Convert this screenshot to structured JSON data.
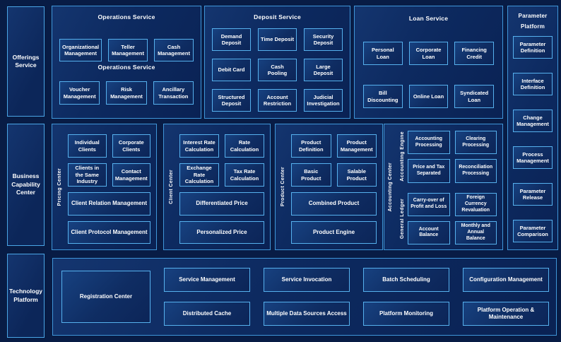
{
  "colors": {
    "background": "#081c45",
    "panel_fill": "#0d2a60",
    "panel_border": "#3f96d9",
    "box_fill": "#123572",
    "box_border": "#56b1ee",
    "text": "#ffffff"
  },
  "sidebar": {
    "offerings_label": "Offerings Service",
    "business_label": "Business Capability Center",
    "technology_label": "Technology Platform"
  },
  "operations_service": {
    "title": "Operations Service",
    "mid_label": "Operations Service",
    "boxes_row1": [
      "Organizational Management",
      "Teller Management",
      "Cash Management"
    ],
    "boxes_row2": [
      "Voucher Management",
      "Risk Management",
      "Ancillary Transaction"
    ]
  },
  "deposit_service": {
    "title": "Deposit Service",
    "boxes": [
      "Demand Deposit",
      "Time Deposit",
      "Security Deposit",
      "Debit Card",
      "Cash Pooling",
      "Large Deposit",
      "Structured Deposit",
      "Account Restriction",
      "Judicial Investigation"
    ]
  },
  "loan_service": {
    "title": "Loan Service",
    "boxes_row1": [
      "Personal Loan",
      "Corporate Loan",
      "Financing Credit"
    ],
    "boxes_row2": [
      "Bill Discounting",
      "Online Loan",
      "Syndicated Loan"
    ]
  },
  "parameter_platform": {
    "title_line1": "Parameter",
    "title_line2": "Platform",
    "boxes": [
      "Parameter Definition",
      "Interface Definition",
      "Change Management",
      "Process Management",
      "Parameter Release",
      "Parameter Comparison"
    ]
  },
  "pricing_center": {
    "label": "Pricing Center",
    "boxes": [
      "Individual Clients",
      "Corporate Clients",
      "Clients in the Same Industry",
      "Contact Management"
    ],
    "wide_boxes": [
      "Client Relation Management",
      "Client Protocol Management"
    ]
  },
  "client_center": {
    "label": "Client Center",
    "boxes": [
      "Interest Rate Calculation",
      "Rate Calculation",
      "Exchange Rate Calculation",
      "Tax Rate Calculation"
    ],
    "wide_boxes": [
      "Differentiated Price",
      "Personalized Price"
    ]
  },
  "product_center": {
    "label": "Product Center",
    "boxes": [
      "Product Definition",
      "Product Management",
      "Basic Product",
      "Salable Product"
    ],
    "wide_boxes": [
      "Combined Product",
      "Product Engine"
    ]
  },
  "accounting_center": {
    "label": "Accounting Center",
    "accounting_engine": {
      "label": "Accounting Engine",
      "boxes": [
        "Accounting Processing",
        "Clearing Processing",
        "Price and Tax Separated",
        "Reconciliation Processing"
      ]
    },
    "general_ledger": {
      "label": "General Ledger",
      "boxes": [
        "Carry-over of Profit and Loss",
        "Foreign Currency Revaluation",
        "Account Balance",
        "Monthly and Annual Balance"
      ]
    }
  },
  "technology_platform": {
    "registration_label": "Registration Center",
    "columns": [
      [
        "Service Management",
        "Distributed Cache"
      ],
      [
        "Service Invocation",
        "Multiple Data Sources Access"
      ],
      [
        "Batch Scheduling",
        "Platform Monitoring"
      ],
      [
        "Configuration Management",
        "Platform Operation & Maintenance"
      ]
    ]
  }
}
